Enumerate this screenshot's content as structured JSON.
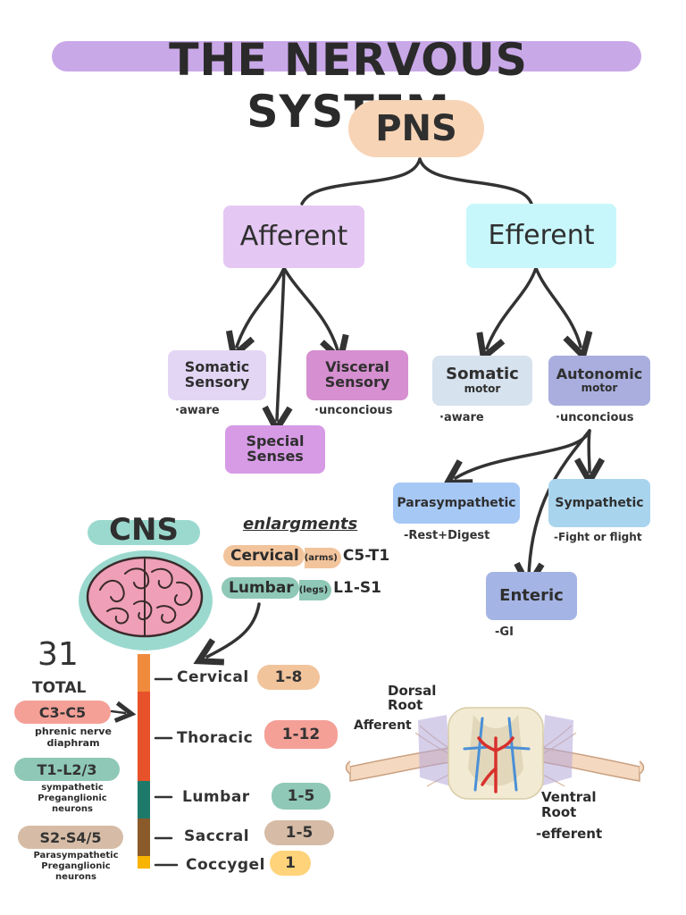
{
  "title": "THE NERVOUS SYSTEM",
  "pns": {
    "label": "PNS",
    "afferent": {
      "label": "Afferent",
      "children": [
        {
          "label": "Somatic Sensory",
          "note": "·aware"
        },
        {
          "label": "Special Senses",
          "note": ""
        },
        {
          "label": "Visceral Sensory",
          "note": "·unconcious"
        }
      ]
    },
    "efferent": {
      "label": "Efferent",
      "somatic": {
        "label": "Somatic",
        "sub": "motor",
        "note": "·aware"
      },
      "autonomic": {
        "label": "Autonomic",
        "sub": "motor",
        "note": "·unconcious"
      },
      "divisions": [
        {
          "label": "Parasympathetic",
          "note": "-Rest+Digest"
        },
        {
          "label": "Sympathetic",
          "note": "-Fight or flight"
        },
        {
          "label": "Enteric",
          "note": "-GI"
        }
      ]
    }
  },
  "cns": {
    "label": "CNS",
    "enlargements_title": "enlargments",
    "enlargements": [
      {
        "region": "Cervical",
        "part": "(arms)",
        "range": "C5-T1"
      },
      {
        "region": "Lumbar",
        "part": "(legs)",
        "range": "L1-S1"
      }
    ],
    "total_number": "31",
    "total_label": "TOTAL",
    "segments": [
      {
        "name": "Cervical",
        "range": "1-8"
      },
      {
        "name": "Thoracic",
        "range": "1-12"
      },
      {
        "name": "Lumbar",
        "range": "1-5"
      },
      {
        "name": "Saccral",
        "range": "1-5"
      },
      {
        "name": "Coccygel",
        "range": "1"
      }
    ],
    "side_notes": [
      {
        "range": "C3-C5",
        "desc": "phrenic nerve diaphram"
      },
      {
        "range": "T1-L2/3",
        "desc": "sympathetic Preganglionic neurons"
      },
      {
        "range": "S2-S4/5",
        "desc": "Parasympathetic Preganglionic neurons"
      }
    ]
  },
  "spinal_cord": {
    "dorsal": "Dorsal Root",
    "dorsal_sub": "Afferent",
    "ventral": "Ventral Root",
    "ventral_sub": "-efferent"
  },
  "colors": {
    "title_bar": "#c9a8e8",
    "pns": "#f8d4b6",
    "afferent": "#e4c7f2",
    "efferent": "#c8f7fb",
    "somatic_sensory": "#e3d6f5",
    "visceral_sensory": "#d68fd0",
    "special_senses": "#d79be6",
    "somatic_motor": "#d6e2ee",
    "autonomic_motor": "#a9aede",
    "parasympathetic": "#a6c8f5",
    "sympathetic": "#a9d4ee",
    "enteric": "#a4b4e4",
    "cns": "#9bd9cf",
    "cervical": "#f2c49c",
    "thoracic": "#f4a097",
    "lumbar": "#8fc8b6",
    "saccral": "#d6bca6",
    "coccygel": "#ffd37a"
  }
}
